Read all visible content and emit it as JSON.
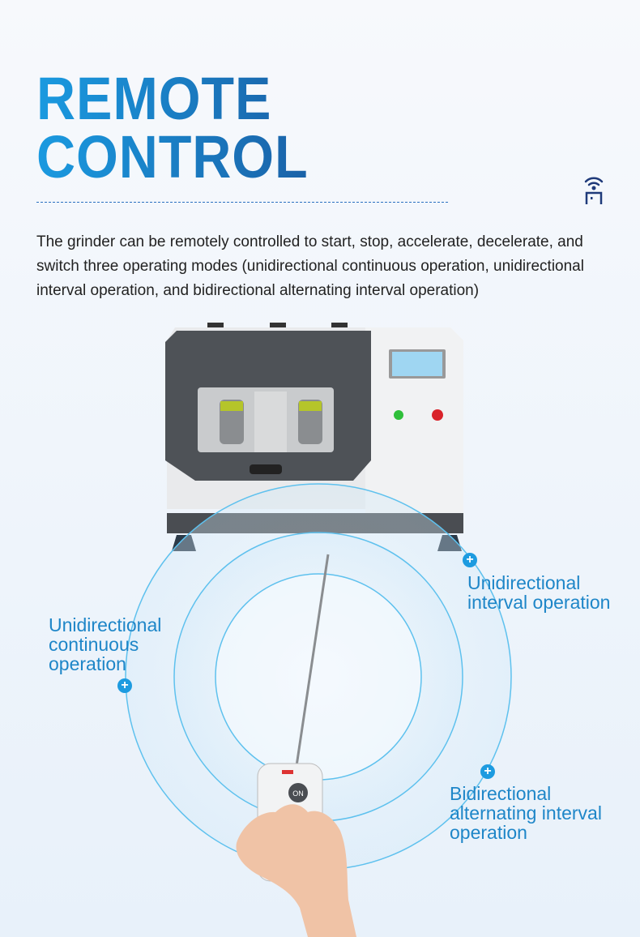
{
  "title": {
    "line1": "REMOTE",
    "line2": "CONTROL"
  },
  "description": "The grinder can be remotely controlled to start, stop, accelerate, decelerate, and switch three operating modes (unidirectional continuous operation, unidirectional interval operation, and bidirectional alternating interval operation)",
  "modes": [
    {
      "label": "Unidirectional continuous operation",
      "lines": [
        "Unidirectional",
        "continuous",
        "operation"
      ]
    },
    {
      "label": "Unidirectional interval operation",
      "lines": [
        "Unidirectional",
        "interval operation"
      ]
    },
    {
      "label": "Bidirectional alternating interval operation",
      "lines": [
        "Bidirectional",
        "alternating interval",
        "operation"
      ]
    }
  ],
  "remote": {
    "on_label": "ON"
  },
  "colors": {
    "accent": "#1e86c8",
    "title_start": "#1a9ae0",
    "title_end": "#1a62a8",
    "icon": "#1f3a7a"
  }
}
